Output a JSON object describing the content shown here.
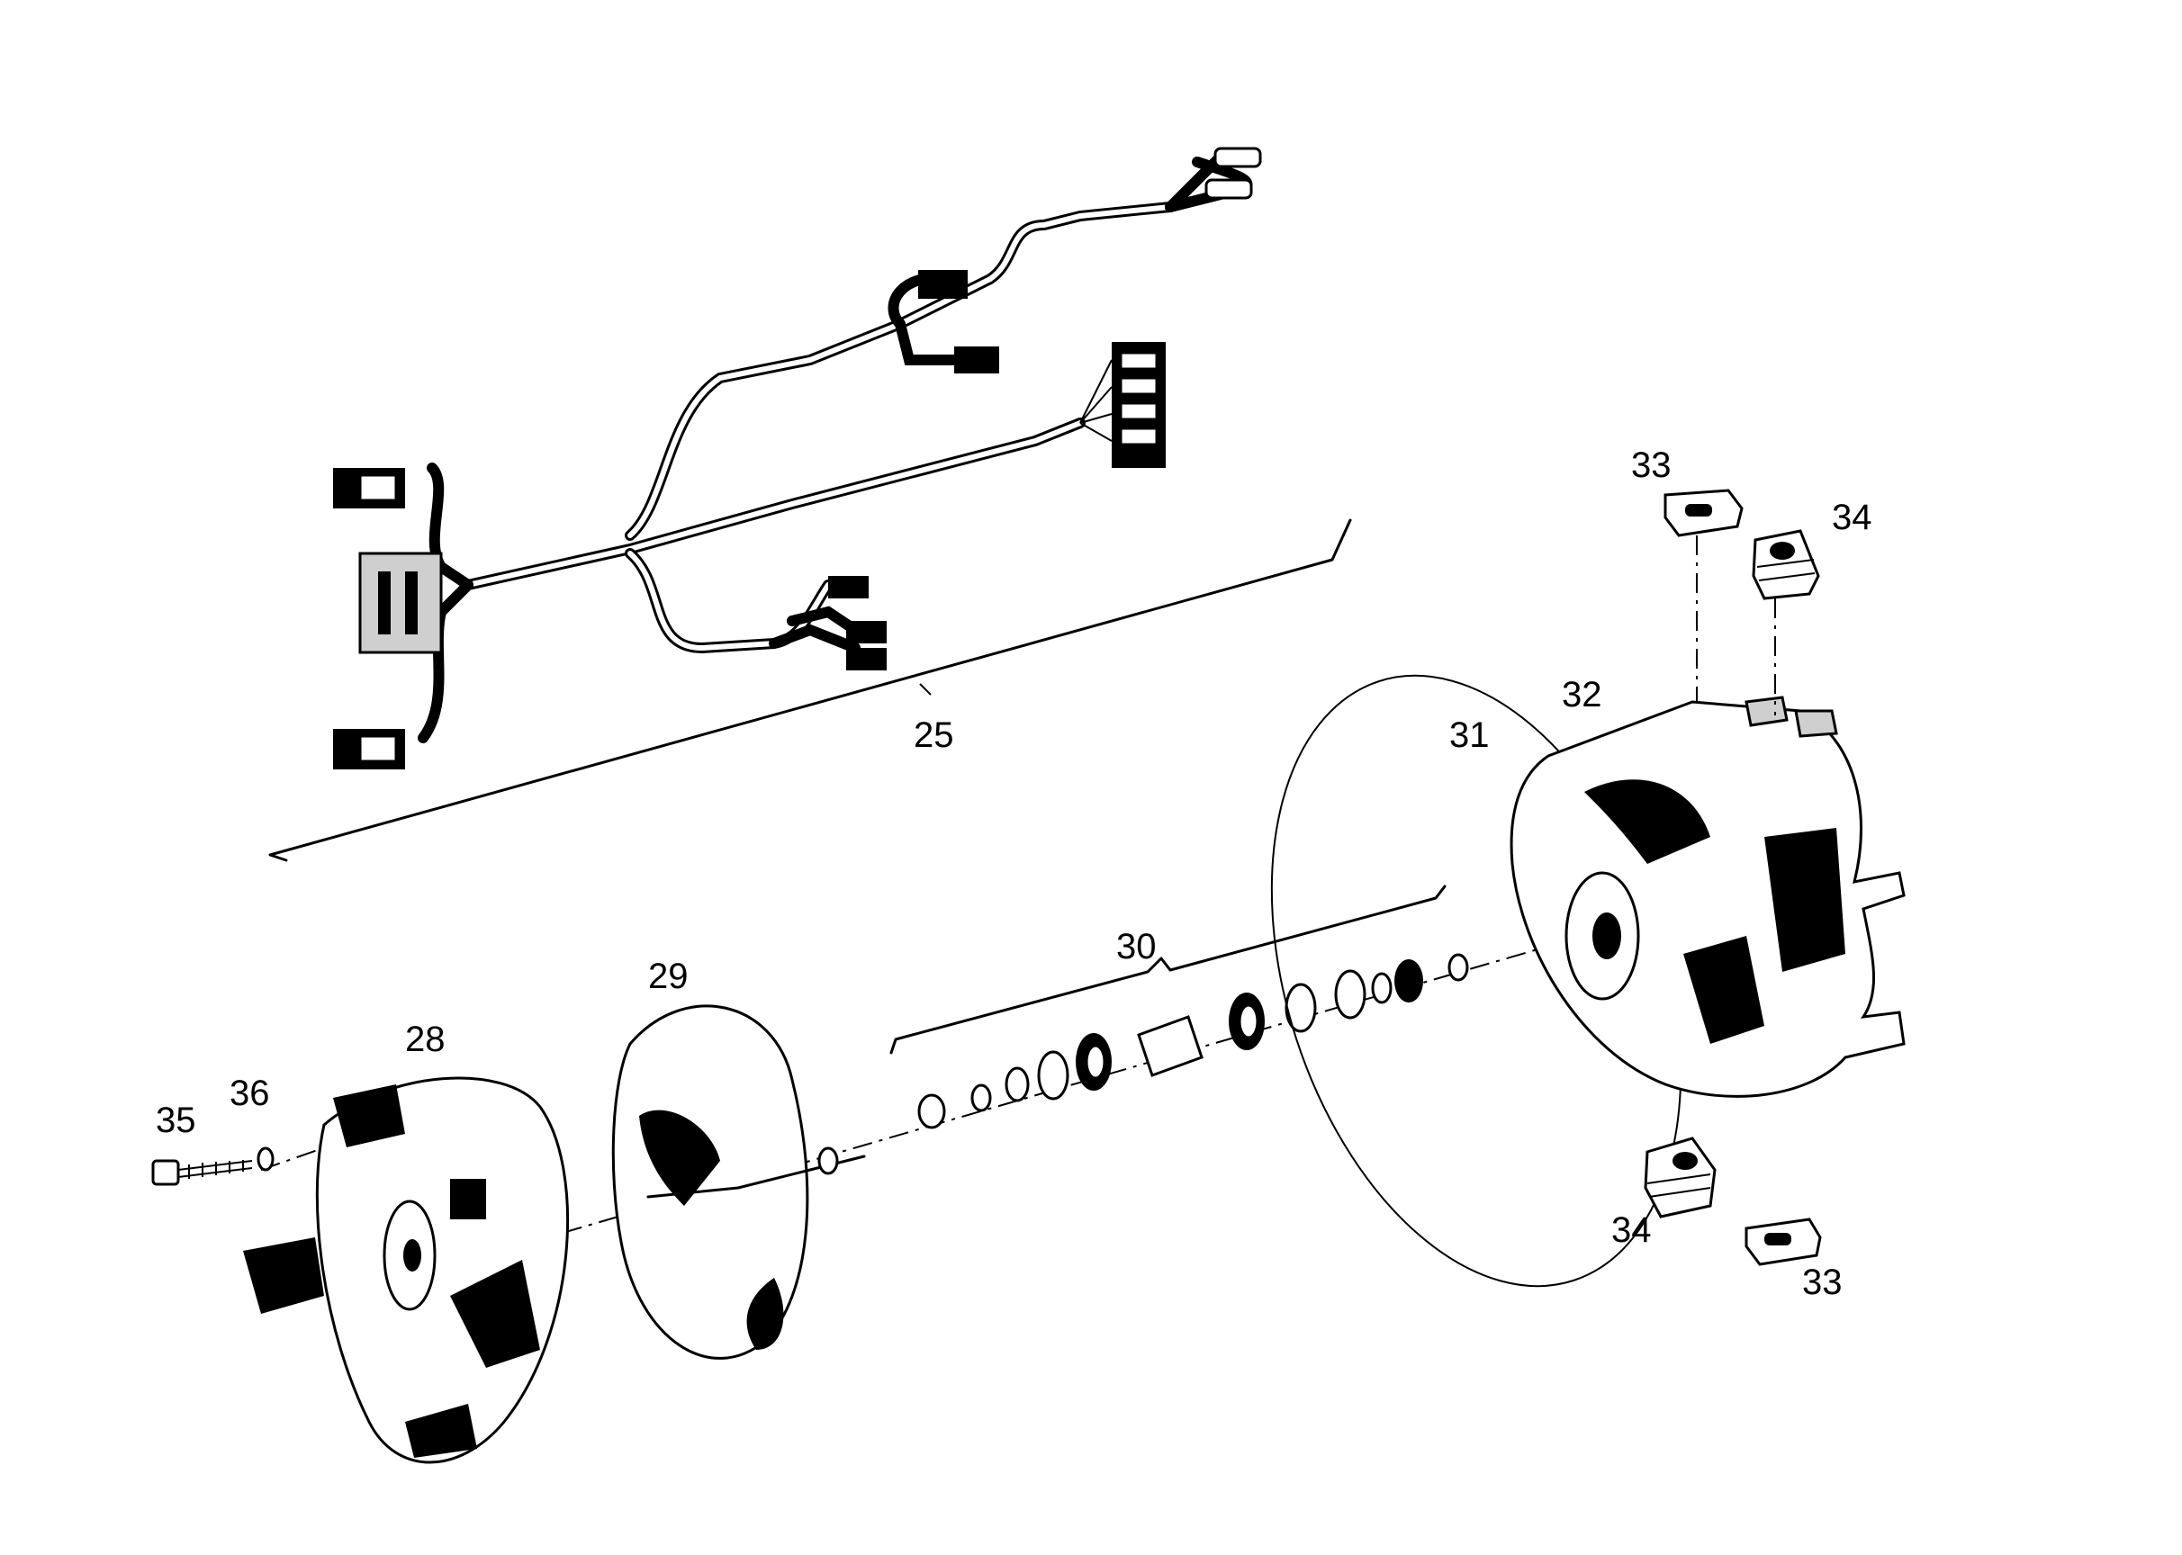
{
  "callouts": {
    "c25": "25",
    "c28": "28",
    "c29": "29",
    "c30": "30",
    "c31": "31",
    "c32": "32",
    "c33a": "33",
    "c33b": "33",
    "c34a": "34",
    "c34b": "34",
    "c35": "35",
    "c36": "36"
  }
}
